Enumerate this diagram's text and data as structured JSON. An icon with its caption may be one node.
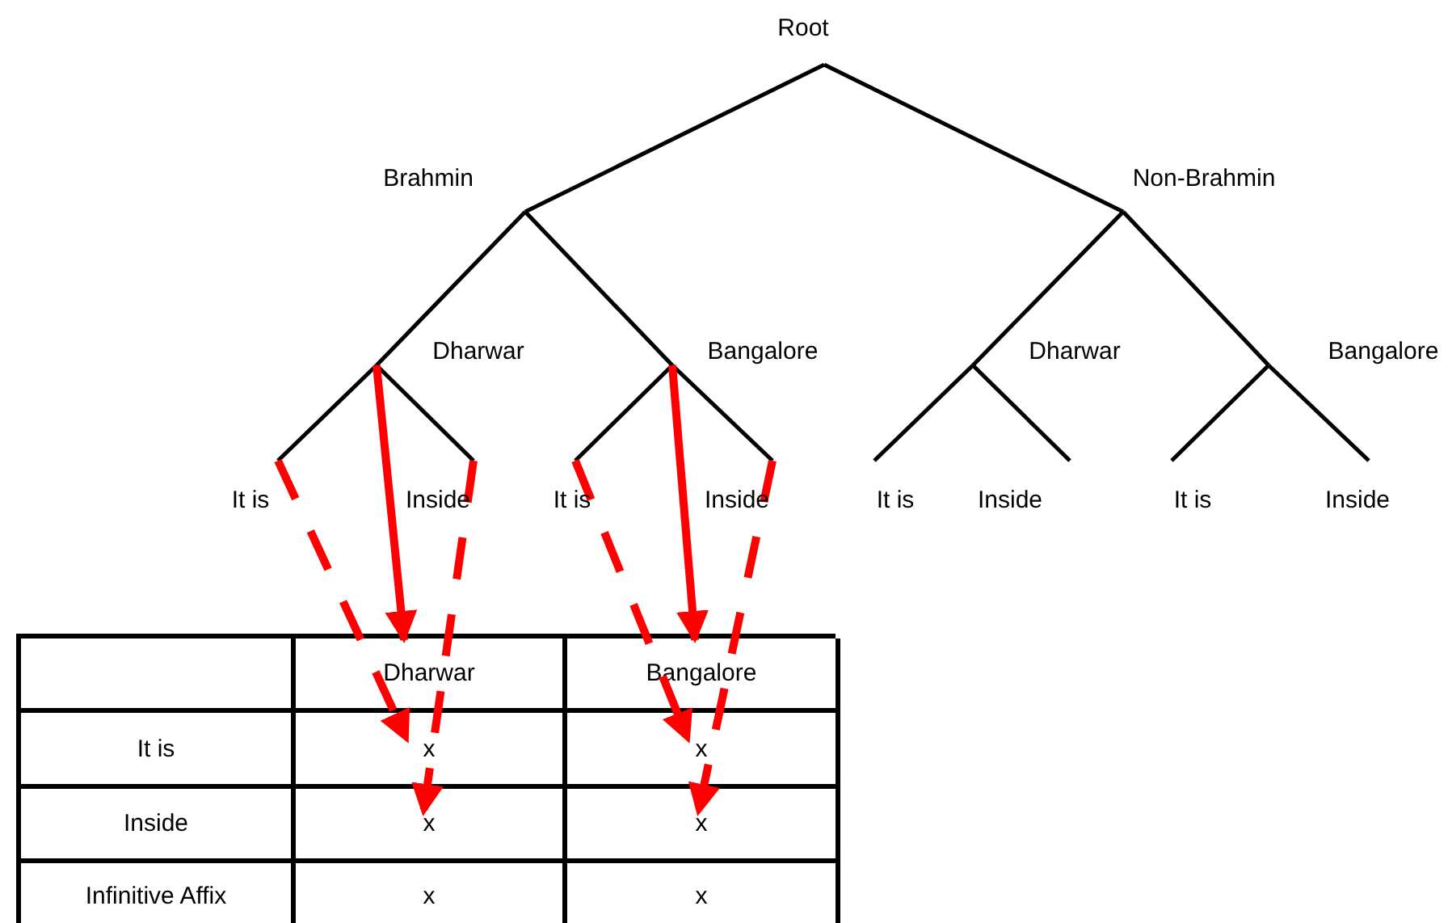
{
  "diagram": {
    "nodes": [
      {
        "text": [
          "Root"
        ]
      },
      {
        "text": [
          "Brahmin"
        ]
      },
      {
        "text": [
          "Non-Brahmin"
        ]
      },
      {
        "text": [
          "Dharwar"
        ]
      },
      {
        "text": [
          "Bangalore"
        ]
      },
      {
        "text": [
          "Dharwar"
        ]
      },
      {
        "text": [
          "Bangalore"
        ]
      },
      {
        "text": [
          "It is"
        ]
      },
      {
        "text": [
          "Inside"
        ]
      },
      {
        "text": [
          "It is"
        ]
      },
      {
        "text": [
          "Inside"
        ]
      },
      {
        "text": [
          "It is"
        ]
      },
      {
        "text": [
          "Inside"
        ]
      },
      {
        "text": [
          "It is"
        ]
      },
      {
        "text": [
          "Inside"
        ]
      },
      {
        "text": [
          "Dharwar"
        ]
      },
      {
        "text": [
          "Bangalore"
        ]
      },
      {
        "text": [
          "x"
        ]
      },
      {
        "text": [
          "x"
        ]
      },
      {
        "text": [
          "x"
        ]
      },
      {
        "text": [
          "x"
        ]
      }
    ],
    "edges": [
      {
        "from": 0,
        "to": 1,
        "arrow": "none"
      },
      {
        "from": 0,
        "to": 2,
        "arrow": "none"
      },
      {
        "from": 1,
        "to": 3,
        "arrow": "none"
      },
      {
        "from": 1,
        "to": 4,
        "arrow": "none"
      },
      {
        "from": 2,
        "to": 5,
        "arrow": "none"
      },
      {
        "from": 2,
        "to": 6,
        "arrow": "none"
      },
      {
        "from": 3,
        "to": 7,
        "arrow": "none"
      },
      {
        "from": 3,
        "to": 8,
        "arrow": "none"
      },
      {
        "from": 4,
        "to": 9,
        "arrow": "none"
      },
      {
        "from": 4,
        "to": 10,
        "arrow": "none"
      },
      {
        "from": 5,
        "to": 11,
        "arrow": "none"
      },
      {
        "from": 5,
        "to": 12,
        "arrow": "none"
      },
      {
        "from": 6,
        "to": 13,
        "arrow": "none"
      },
      {
        "from": 6,
        "to": 14,
        "arrow": "none"
      },
      {
        "from": 3,
        "to": 15,
        "arrow": "to",
        "style": "thick",
        "color": "#ff0000"
      },
      {
        "from": 7,
        "to": 17,
        "arrow": "to",
        "style": "dashed",
        "color": "#ff0000"
      },
      {
        "from": 8,
        "to": 19,
        "arrow": "to",
        "style": "dashed",
        "color": "#ff0000"
      },
      {
        "from": 4,
        "to": 16,
        "arrow": "to",
        "style": "thick",
        "color": "#ff0000"
      },
      {
        "from": 9,
        "to": 18,
        "arrow": "to",
        "style": "dashed",
        "color": "#ff0000"
      },
      {
        "from": 10,
        "to": 20,
        "arrow": "to",
        "style": "dashed",
        "color": "#ff0000"
      }
    ],
    "labels": [
      "It is",
      "Inside",
      "Infinitive Affix",
      "x",
      "x"
    ]
  }
}
